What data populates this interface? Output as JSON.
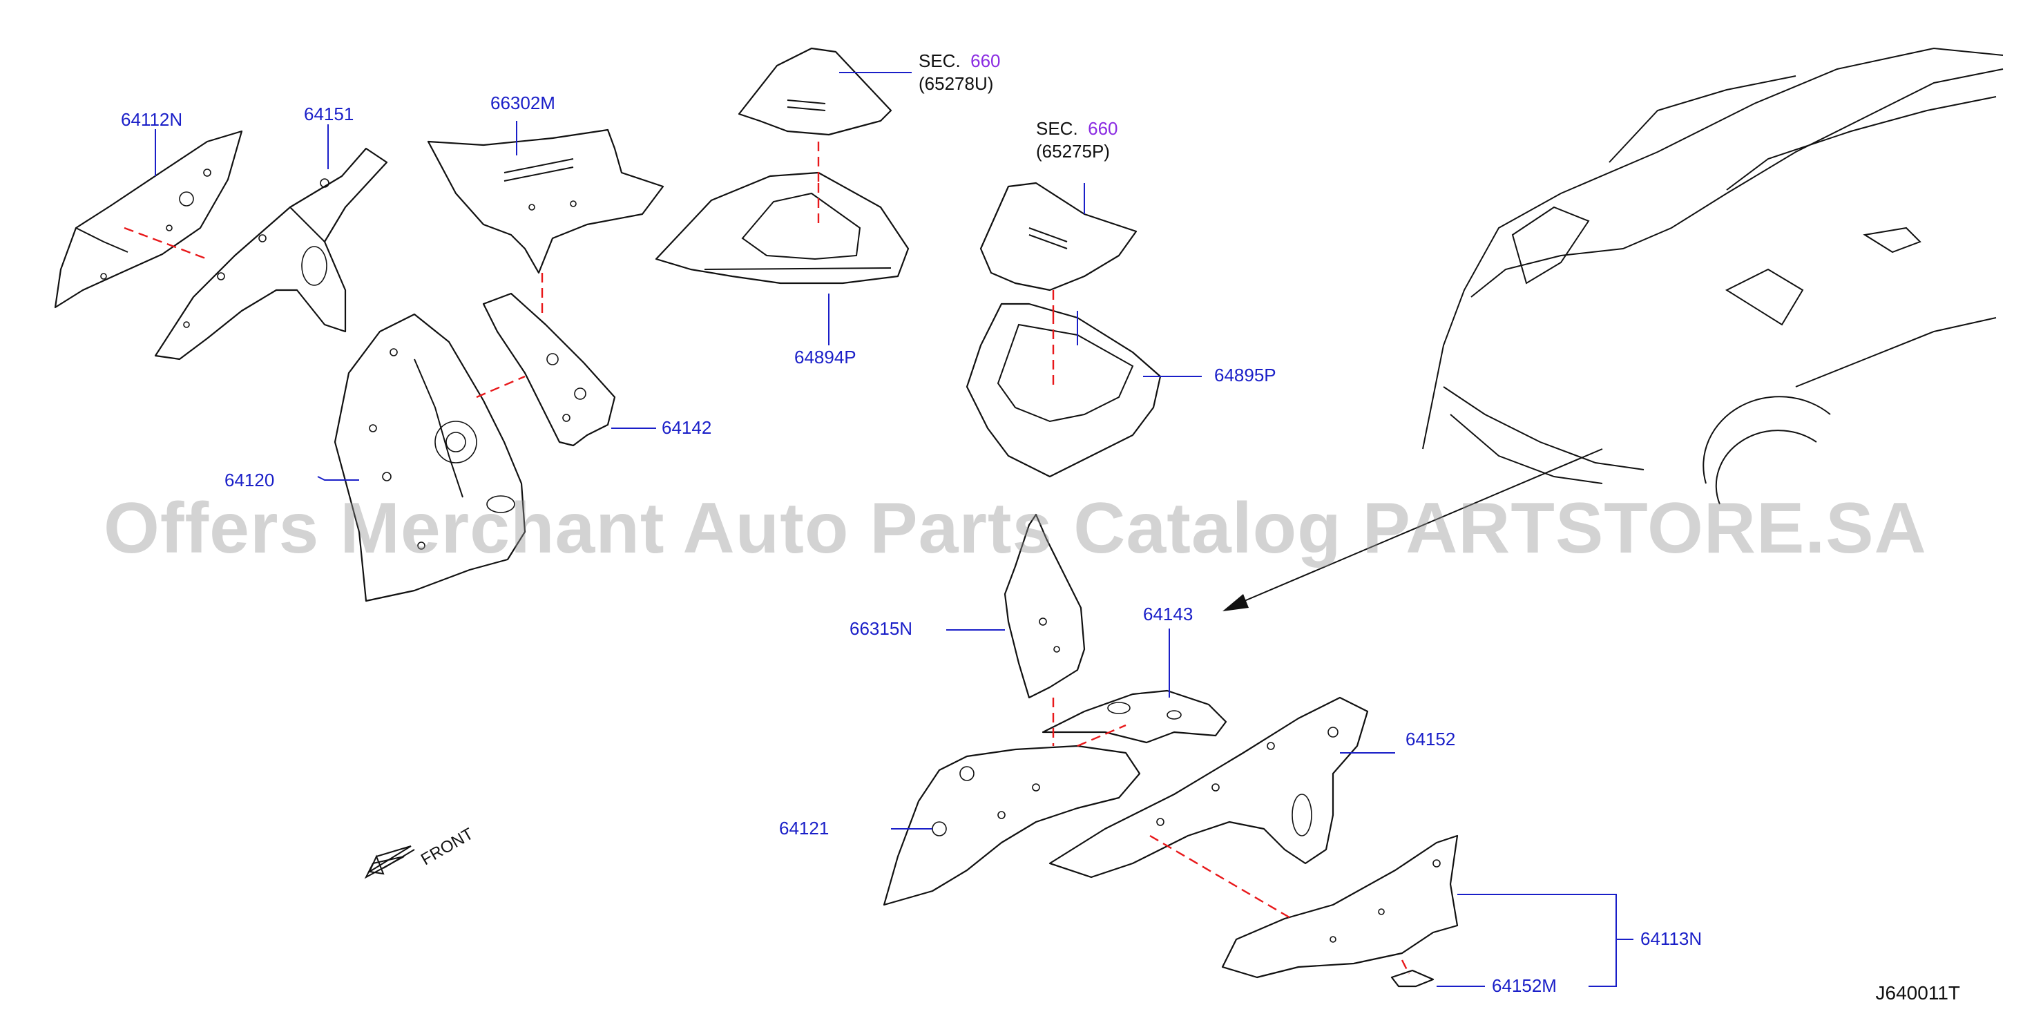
{
  "labels": {
    "p64112N": "64112N",
    "p64151": "64151",
    "p66302M": "66302M",
    "p64120": "64120",
    "p64142": "64142",
    "p64894P": "64894P",
    "p64895P": "64895P",
    "p66315N": "66315N",
    "p64143": "64143",
    "p64152": "64152",
    "p64121": "64121",
    "p64113N": "64113N",
    "p64152M": "64152M"
  },
  "sec_refs": [
    {
      "prefix": "SEC.",
      "number": "660",
      "code": "(65278U)"
    },
    {
      "prefix": "SEC.",
      "number": "660",
      "code": "(65275P)"
    }
  ],
  "front_label": "FRONT",
  "watermark": "Offers Merchant Auto Parts Catalog PARTSTORE.SA",
  "diagram_code": "J640011T",
  "colors": {
    "label_blue": "#1a1fc8",
    "sec_purple": "#8a2be2",
    "dashed_red": "#e8181a"
  }
}
